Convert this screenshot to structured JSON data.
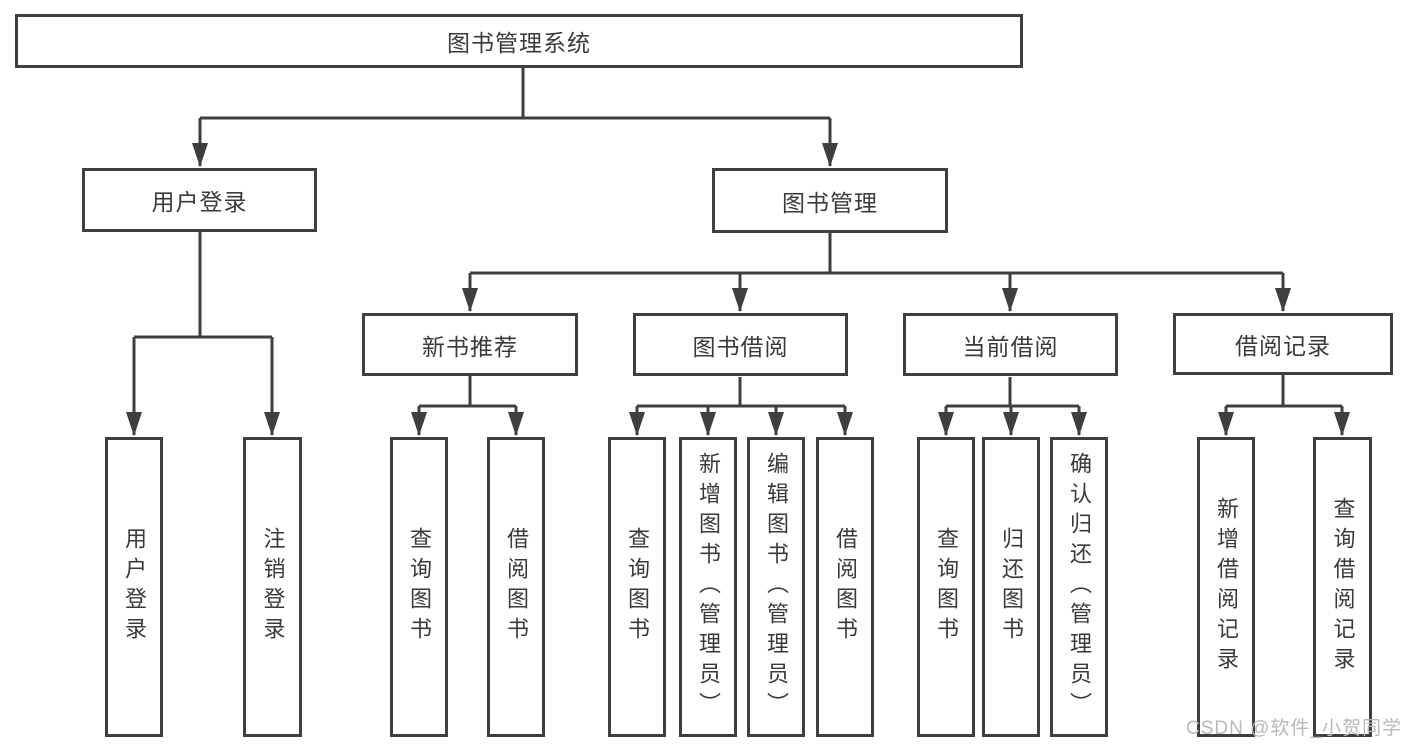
{
  "diagram": {
    "root": {
      "label": "图书管理系统"
    },
    "branches": [
      {
        "label": "用户登录",
        "children": [
          {
            "label": "用户登录"
          },
          {
            "label": "注销登录"
          }
        ]
      },
      {
        "label": "图书管理",
        "sections": [
          {
            "label": "新书推荐",
            "children": [
              {
                "label": "查询图书"
              },
              {
                "label": "借阅图书"
              }
            ]
          },
          {
            "label": "图书借阅",
            "children": [
              {
                "label": "查询图书"
              },
              {
                "label": "新增图书（管理员）"
              },
              {
                "label": "编辑图书（管理员）"
              },
              {
                "label": "借阅图书"
              }
            ]
          },
          {
            "label": "当前借阅",
            "children": [
              {
                "label": "查询图书"
              },
              {
                "label": "归还图书"
              },
              {
                "label": "确认归还（管理员）"
              }
            ]
          },
          {
            "label": "借阅记录",
            "children": [
              {
                "label": "新增借阅记录"
              },
              {
                "label": "查询借阅记录"
              }
            ]
          }
        ]
      }
    ]
  },
  "watermark": {
    "text": "CSDN @软件_小贺同学"
  },
  "colors": {
    "line": "#3f3f3f",
    "text": "#3a3a3a",
    "box_background": "#ffffff",
    "watermark": "#b9b9b9",
    "page_background": "#ffffff"
  }
}
